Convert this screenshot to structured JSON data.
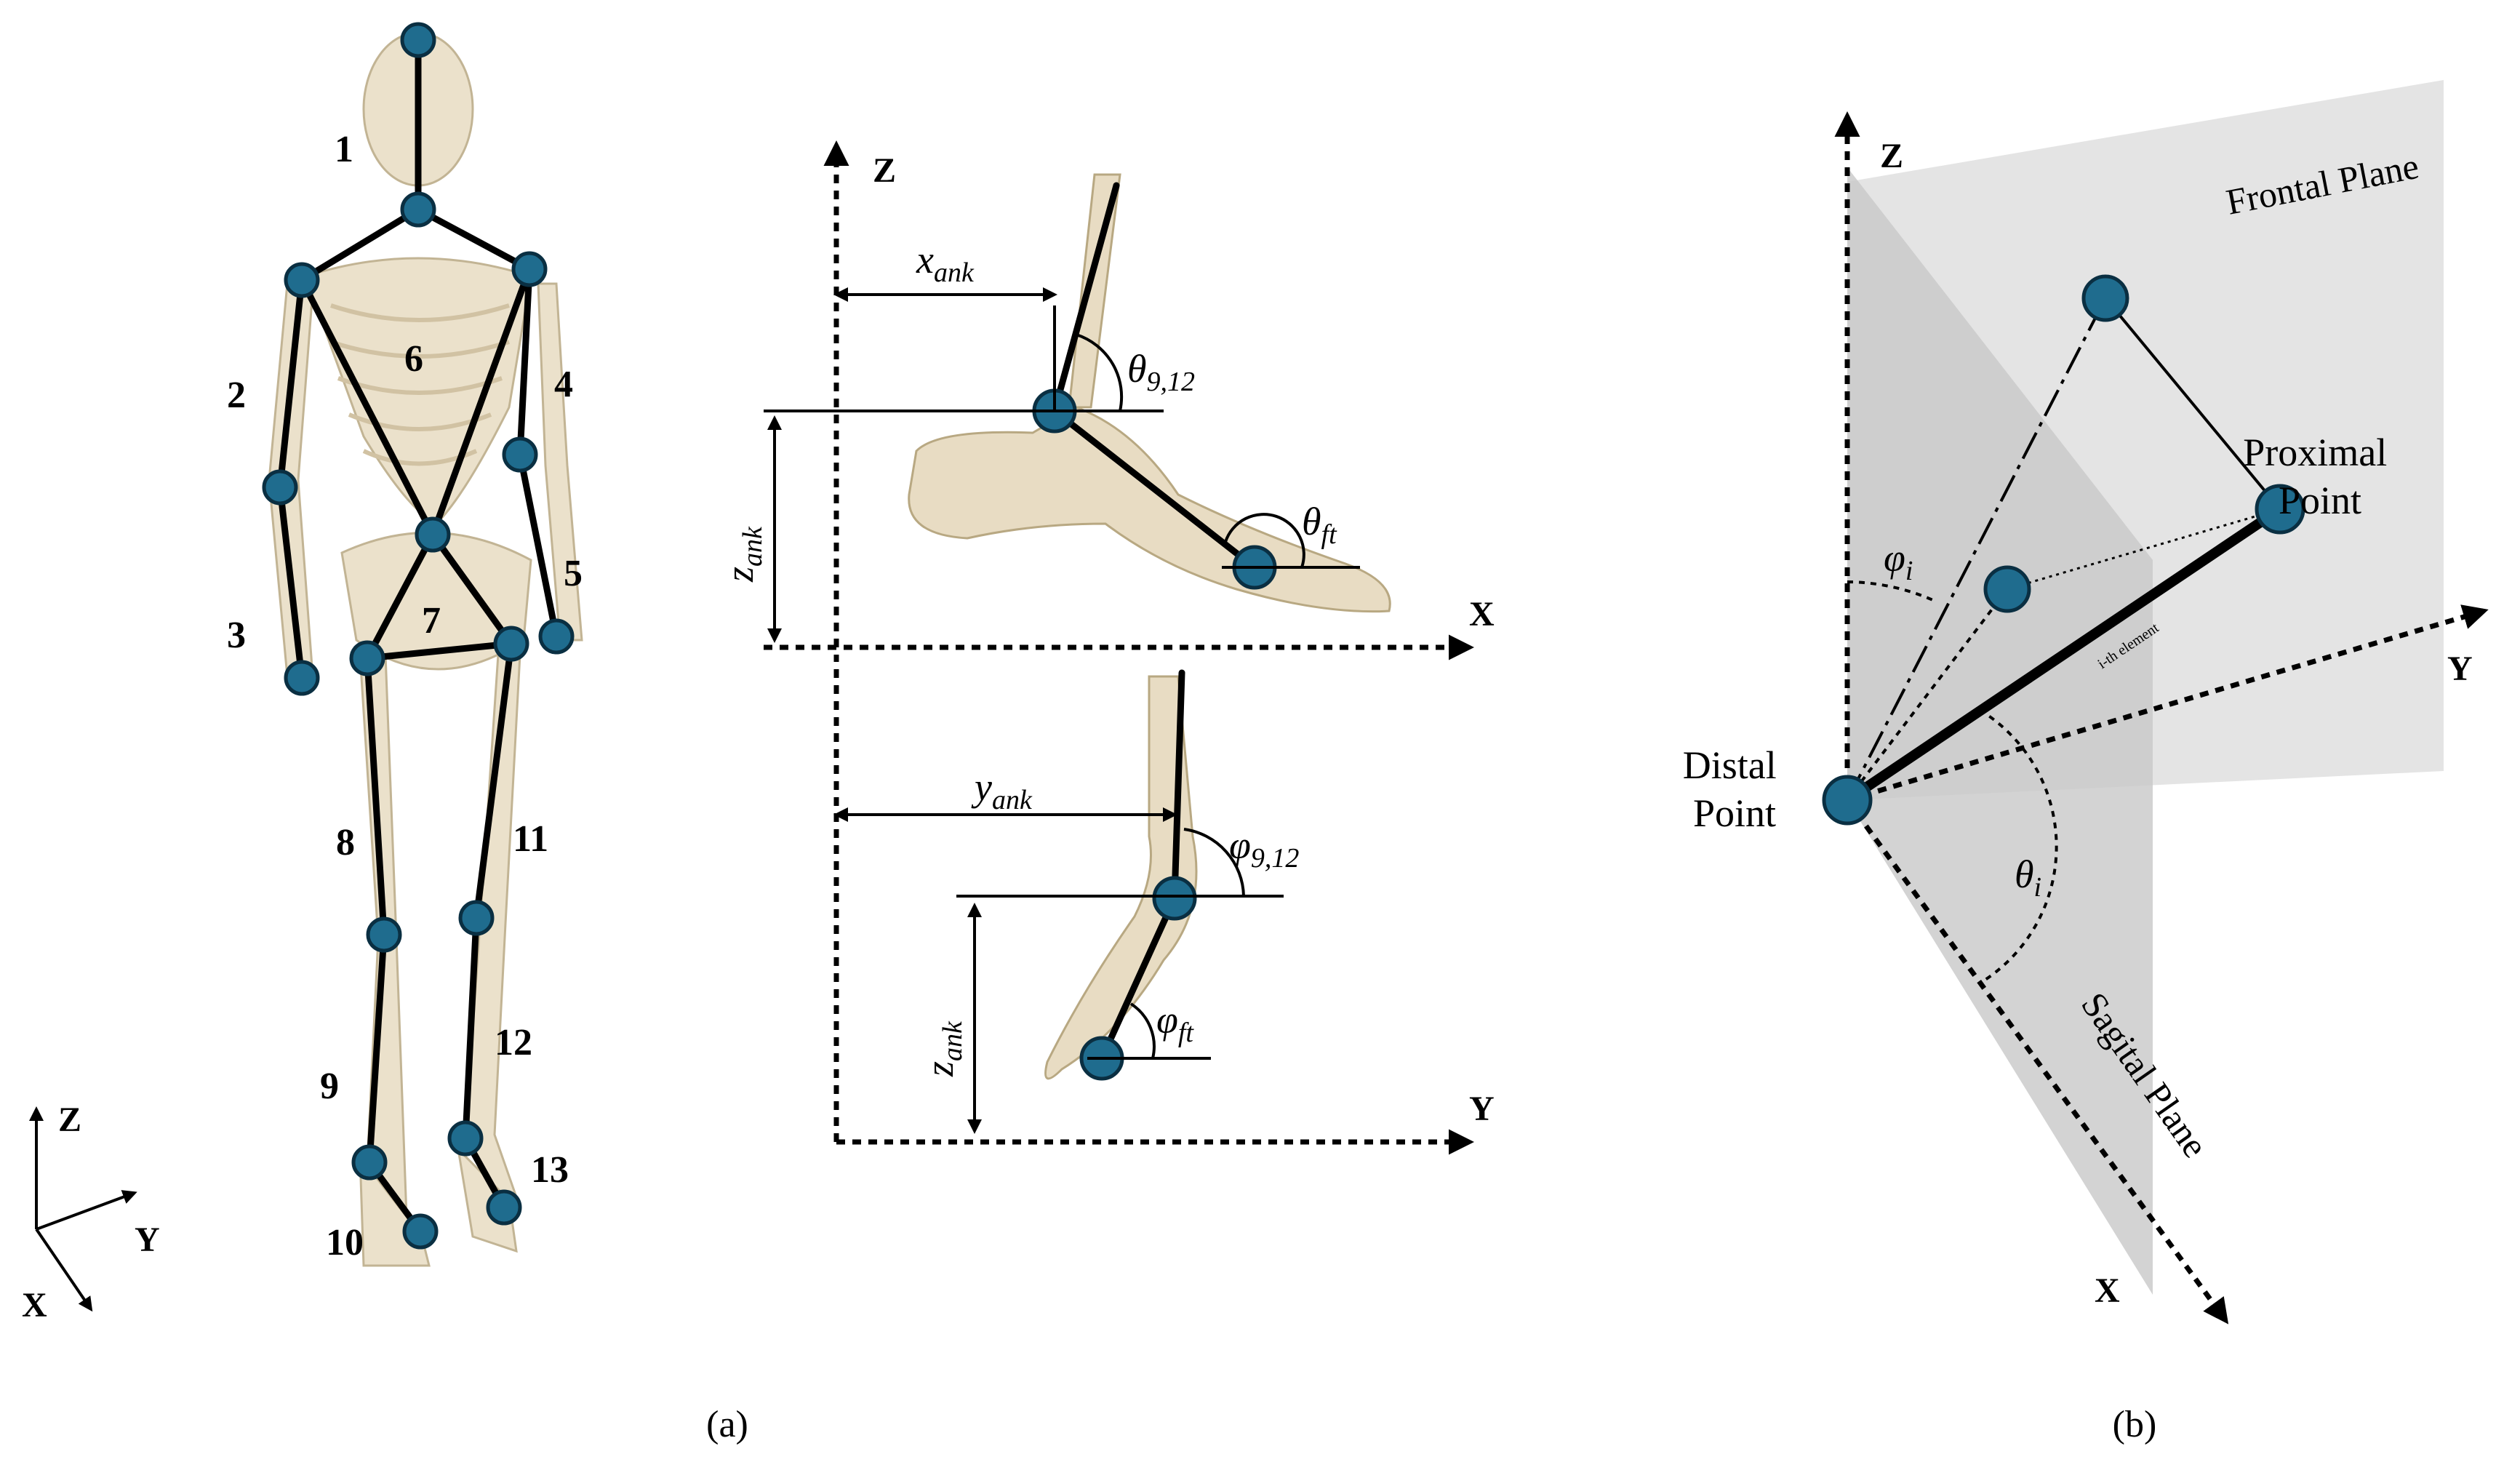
{
  "panel_a": {
    "caption": "(a)",
    "segment_numbers": [
      "1",
      "2",
      "3",
      "4",
      "5",
      "6",
      "7",
      "8",
      "9",
      "10",
      "11",
      "12",
      "13"
    ],
    "coord_axes": {
      "z": "Z",
      "y": "Y",
      "x": "X"
    },
    "sagittal_view": {
      "axis_z": "Z",
      "axis_x": "X",
      "x_offset_label": "x",
      "x_offset_sub": "ank",
      "z_offset_label": "z",
      "z_offset_sub": "ank",
      "theta_shank_label": "θ",
      "theta_shank_sub": "9,12",
      "theta_foot_label": "θ",
      "theta_foot_sub": "ft"
    },
    "frontal_view": {
      "axis_y": "Y",
      "y_offset_label": "y",
      "y_offset_sub": "ank",
      "z_offset_label": "z",
      "z_offset_sub": "ank",
      "phi_shank_label": "φ",
      "phi_shank_sub": "9,12",
      "phi_foot_label": "φ",
      "phi_foot_sub": "ft"
    },
    "colors": {
      "joint": "#1f6c8e",
      "segment": "#000000",
      "bone": "#e8dcc3"
    }
  },
  "panel_b": {
    "caption": "(b)",
    "axis_z": "Z",
    "axis_y": "Y",
    "axis_x": "X",
    "frontal_plane": "Frontal Plane",
    "sagittal_plane": "Sagital Plane",
    "proximal_point_line1": "Proximal",
    "proximal_point_line2": "Point",
    "distal_point_line1": "Distal",
    "distal_point_line2": "Point",
    "element_label": "i-th element",
    "phi_label": "φ",
    "phi_sub": "i",
    "theta_label": "θ",
    "theta_sub": "i",
    "colors": {
      "frontal_plane": "#e4e4e4",
      "sagittal_plane": "#c8c8c8"
    }
  }
}
